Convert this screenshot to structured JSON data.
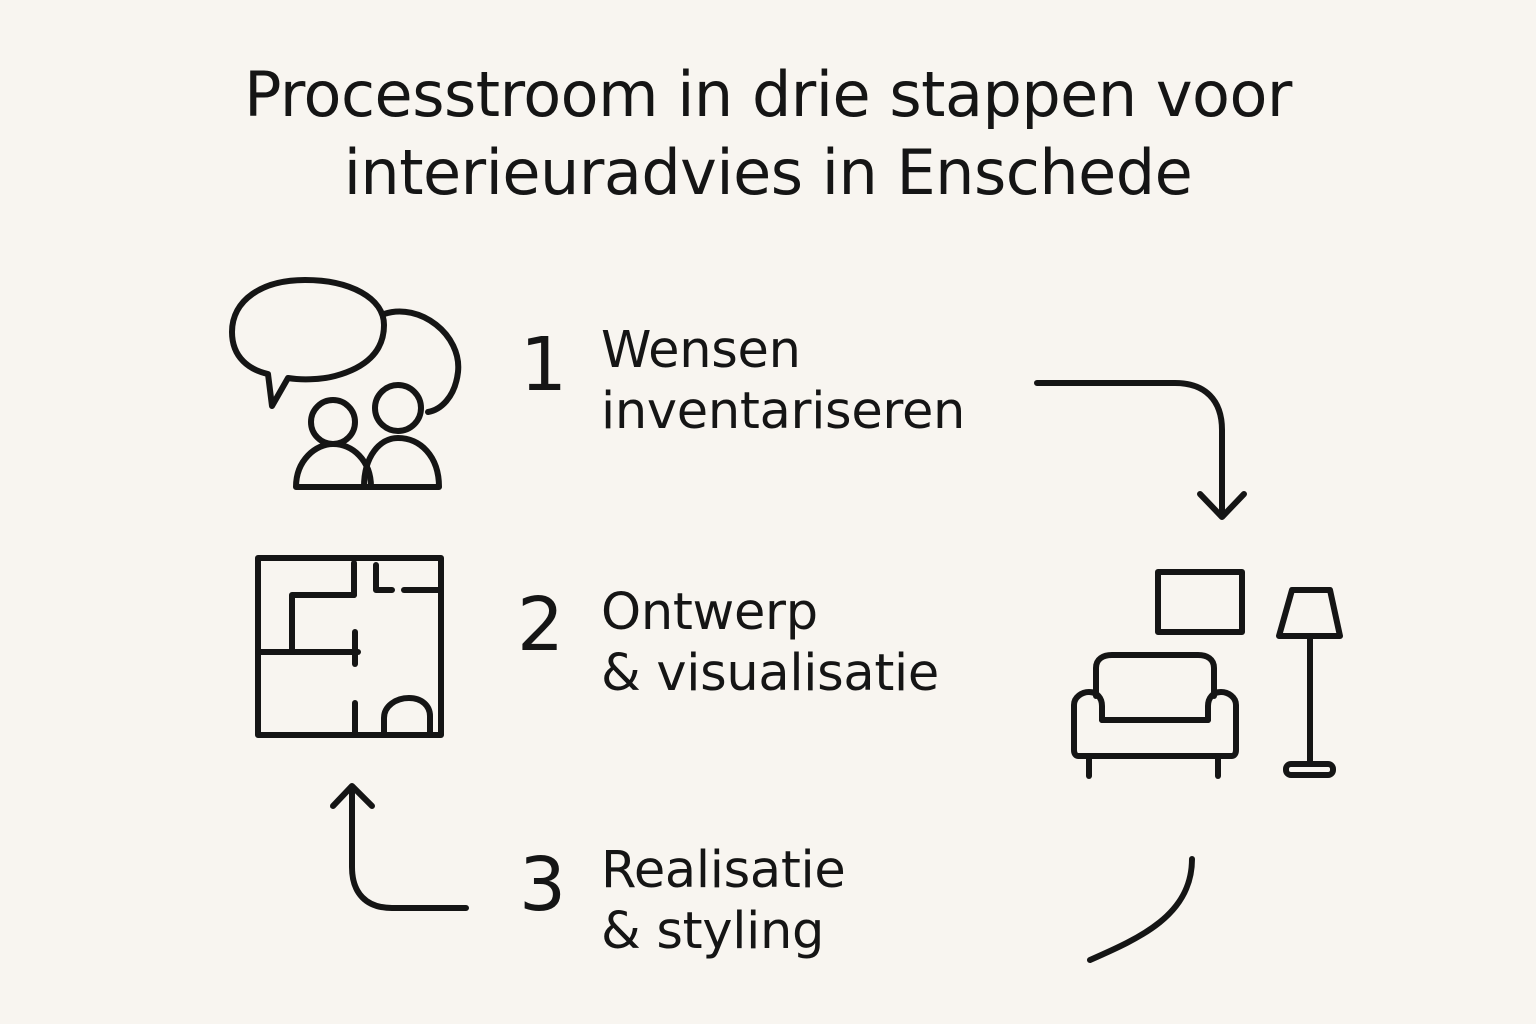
{
  "title": {
    "line1": "Processtroom in drie stappen voor",
    "line2": "interieuradvies in Enschede"
  },
  "steps": [
    {
      "number": "1",
      "line1": "Wensen",
      "line2": "inventariseren",
      "icon": "conversation-icon"
    },
    {
      "number": "2",
      "line1": "Ontwerp",
      "line2": "& visualisatie",
      "icon": "floorplan-icon"
    },
    {
      "number": "3",
      "line1": "Realisatie",
      "line2": "& styling",
      "icon": "furniture-icon"
    }
  ],
  "colors": {
    "background": "#f8f5f0",
    "ink": "#151515"
  }
}
